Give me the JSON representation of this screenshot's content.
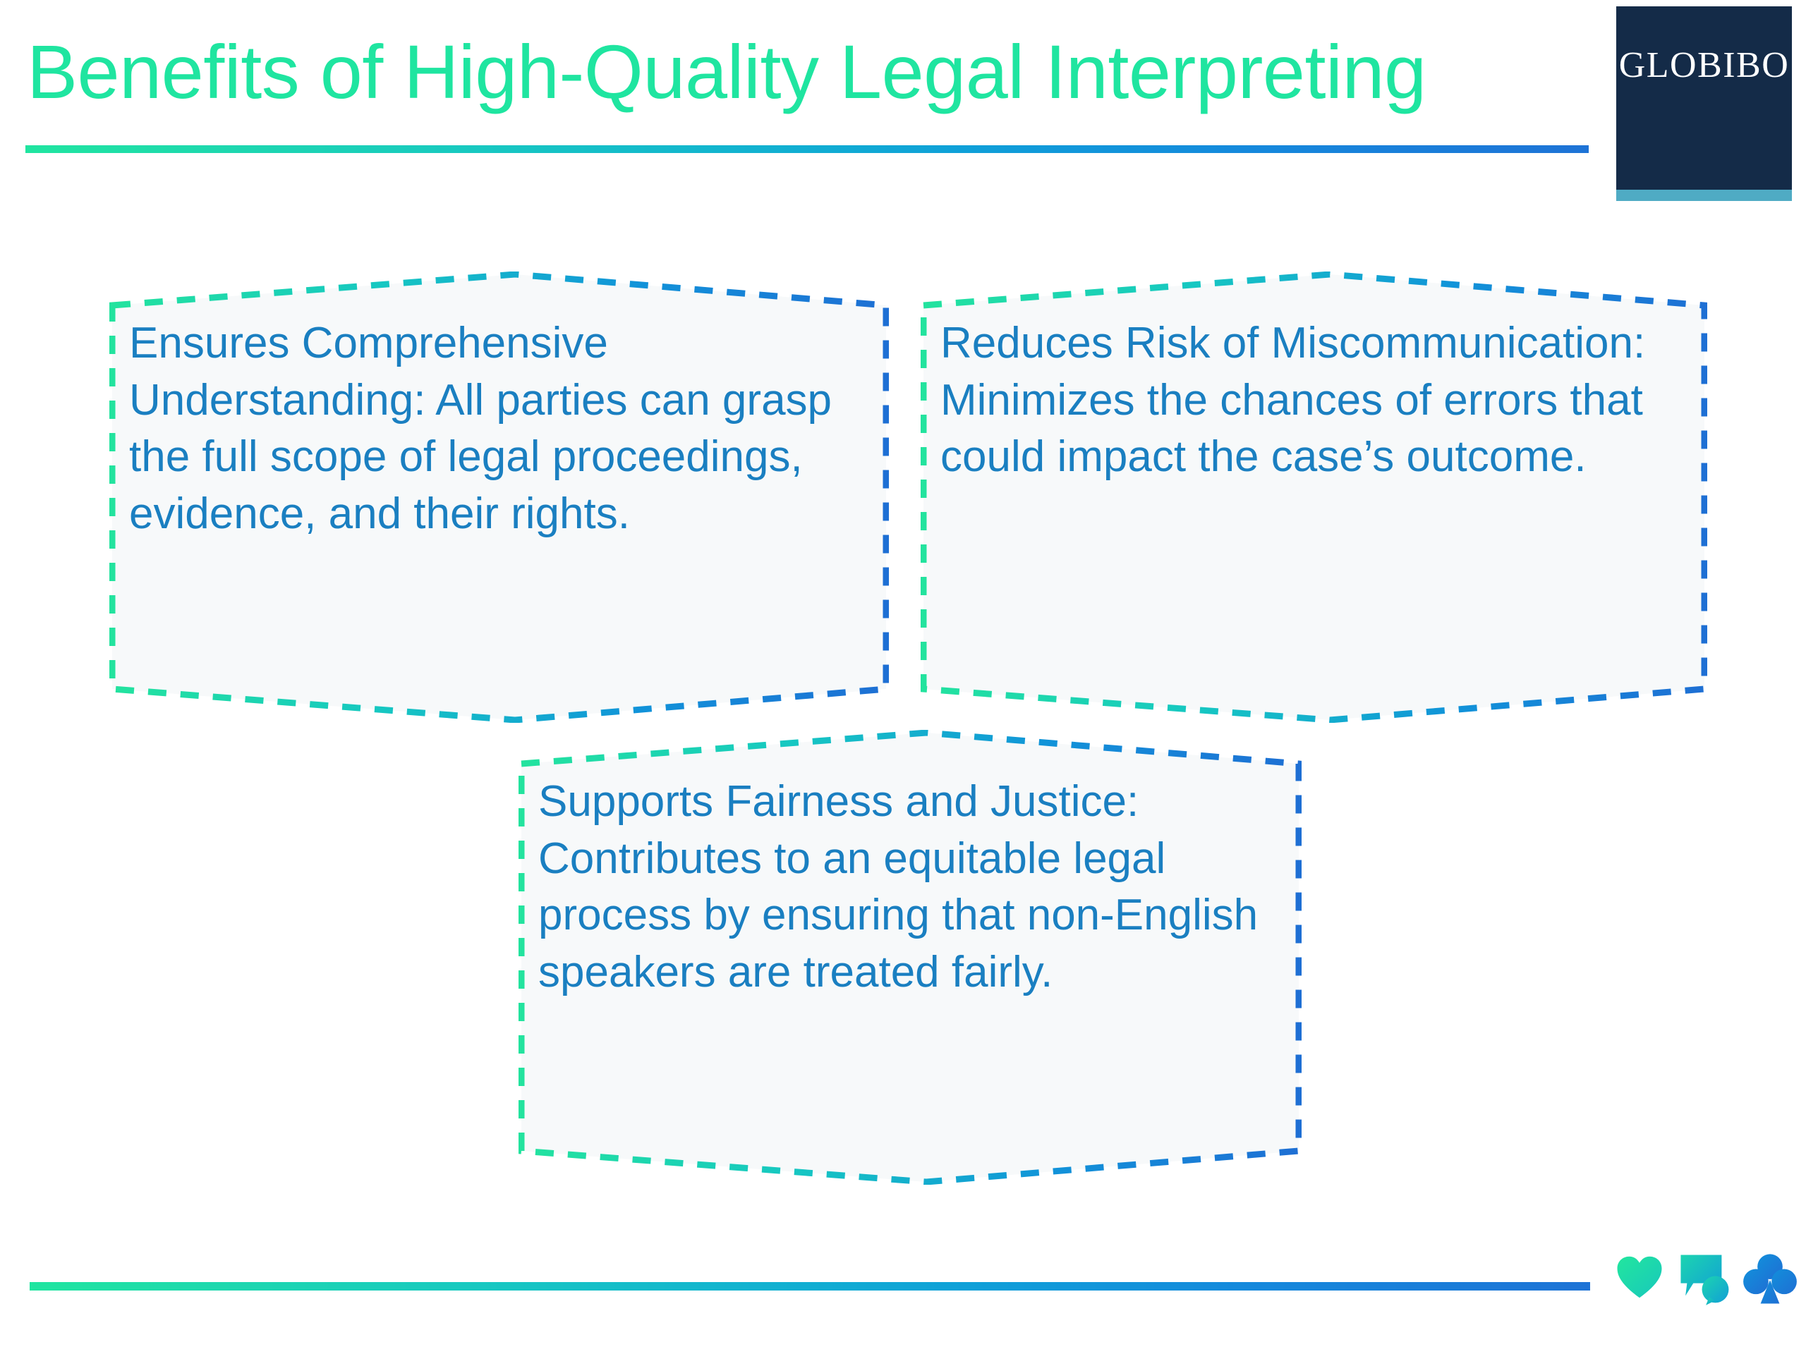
{
  "slide": {
    "title": "Benefits of High-Quality Legal Interpreting",
    "background_color": "#FFFFFF"
  },
  "logo": {
    "wordmark": "GLOBIBO",
    "box_color": "#142B48",
    "strip_color": "#4FABC4",
    "text_color": "#FFFFFF"
  },
  "dividers": {
    "gradient_start": "#20E5A0",
    "gradient_end": "#1E73D6"
  },
  "theme": {
    "title_color": "#1FE5A0",
    "card_text_color": "#1A7FC1",
    "card_fill": "#F7F9FA",
    "border_gradient_start": "#23E39E",
    "border_gradient_end": "#1E73D6"
  },
  "cards": [
    {
      "id": "card-1",
      "text": "Ensures Comprehensive Understanding: All parties can grasp the full scope of legal proceedings, evidence, and their rights."
    },
    {
      "id": "card-2",
      "text": "Reduces Risk of Miscommunication: Minimizes the chances of errors that could impact the case’s outcome."
    },
    {
      "id": "card-3",
      "text": "Supports Fairness and Justice: Contributes to an equitable legal process by ensuring that non-English speakers are treated fairly."
    }
  ],
  "footer_icons": [
    {
      "name": "heart-icon",
      "color_start": "#22E69E",
      "color_end": "#18C8BC"
    },
    {
      "name": "chat-bubbles-icon",
      "color_start": "#1CD4B0",
      "color_end": "#119FD6"
    },
    {
      "name": "club-icon",
      "color_start": "#128FDB",
      "color_end": "#1F6FD4"
    }
  ]
}
